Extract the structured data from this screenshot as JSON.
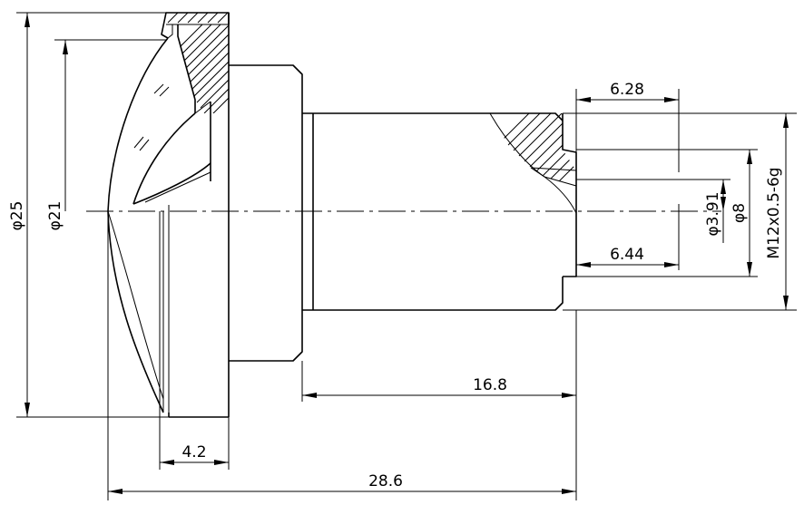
{
  "drawing": {
    "dimensions": {
      "outer_diameter": "φ25",
      "lens_diameter": "φ21",
      "total_length": "28.6",
      "flange_thickness": "4.2",
      "barrel_length": "16.8",
      "upper_step_length": "6.28",
      "lower_step_length": "6.44",
      "small_bore": "φ3.91",
      "bore": "φ8",
      "thread": "M12x0.5-6g"
    }
  }
}
